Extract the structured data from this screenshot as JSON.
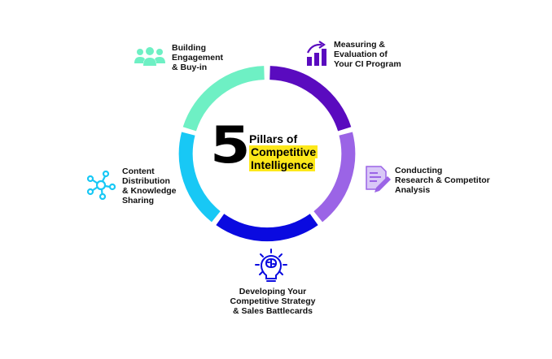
{
  "title": {
    "number": "5",
    "line1": "Pillars of",
    "line2": "Competitive",
    "line3": "Intelligence",
    "highlight_color": "#fde81a"
  },
  "pillars": [
    {
      "id": "engagement",
      "lines": [
        "Building",
        "Engagement",
        "& Buy-in"
      ],
      "icon": "people-group-icon",
      "color": "#6ef0c4"
    },
    {
      "id": "measuring",
      "lines": [
        "Measuring &",
        "Evaluation of",
        "Your CI Program"
      ],
      "icon": "bar-chart-arrow-icon",
      "color": "#5a0bbf"
    },
    {
      "id": "research",
      "lines": [
        "Conducting",
        "Research & Competitor",
        "Analysis"
      ],
      "icon": "document-pencil-icon",
      "color": "#9b64e6"
    },
    {
      "id": "strategy",
      "lines": [
        "Developing Your",
        "Competitive Strategy",
        "& Sales Battlecards"
      ],
      "icon": "lightbulb-brain-icon",
      "color": "#0a0ae0"
    },
    {
      "id": "distribution",
      "lines": [
        "Content",
        "Distribution",
        "& Knowledge",
        "Sharing"
      ],
      "icon": "network-nodes-icon",
      "color": "#18c8f5"
    }
  ]
}
